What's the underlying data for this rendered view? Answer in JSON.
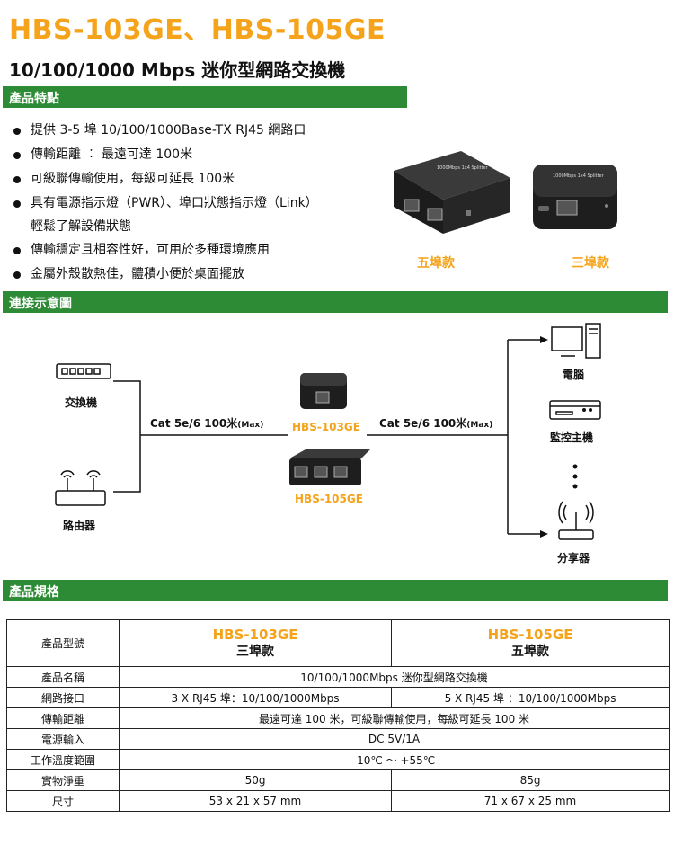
{
  "header": {
    "title": "HBS-103GE、HBS-105GE",
    "subtitle": "10/100/1000 Mbps 迷你型網路交換機"
  },
  "sections": {
    "features": "產品特點",
    "diagram": "連接示意圖",
    "specs": "產品規格"
  },
  "features": [
    "提供 3-5 埠 10/100/1000Base-TX RJ45 網路口",
    "傳輸距離 ︰ 最遠可達 100米",
    "可級聯傳輸使用，每級可延長  100米",
    "具有電源指示燈（PWR）、埠口狀態指示燈（Link）",
    "輕鬆了解設備狀態",
    "傳輸穩定且相容性好，可用於多種環境應用",
    "金屬外殼散熱佳，體積小便於桌面擺放"
  ],
  "products": {
    "five_port_label": "五埠款",
    "three_port_label": "三埠款"
  },
  "diagram": {
    "switch": "交換機",
    "router": "路由器",
    "cable_left": "Cat 5e/6 100米",
    "cable_right": "Cat 5e/6 100米",
    "cable_max": "(Max)",
    "model_a": "HBS-103GE",
    "model_b": "HBS-105GE",
    "computer": "電腦",
    "dvr": "監控主機",
    "ap": "分享器"
  },
  "spec_table": {
    "header": {
      "label": "產品型號",
      "col1_model": "HBS-103GE",
      "col1_sub": "三埠款",
      "col2_model": "HBS-105GE",
      "col2_sub": "五埠款"
    },
    "rows": {
      "name_label": "產品名稱",
      "name_value": "10/100/1000Mbps  迷你型網路交換機",
      "port_label": "網路接口",
      "port_col1": "3 X RJ45 埠：10/100/1000Mbps",
      "port_col2": "5 X RJ45 埠 ：10/100/1000Mbps",
      "dist_label": "傳輸距離",
      "dist_value": "最遠可達 100 米，可級聯傳輸使用，每級可延長  100 米",
      "power_label": "電源輸入",
      "power_value": "DC 5V/1A",
      "temp_label": "工作溫度範圍",
      "temp_value": "-10℃ ～ +55℃",
      "weight_label": "實物淨重",
      "weight_col1": "50g",
      "weight_col2": "85g",
      "size_label": "尺寸",
      "size_col1": "53 x 21 x 57 mm",
      "size_col2": "71 x 67 x 25 mm"
    }
  },
  "colors": {
    "accent_orange": "#f5a31a",
    "section_green": "#2e8b35"
  }
}
